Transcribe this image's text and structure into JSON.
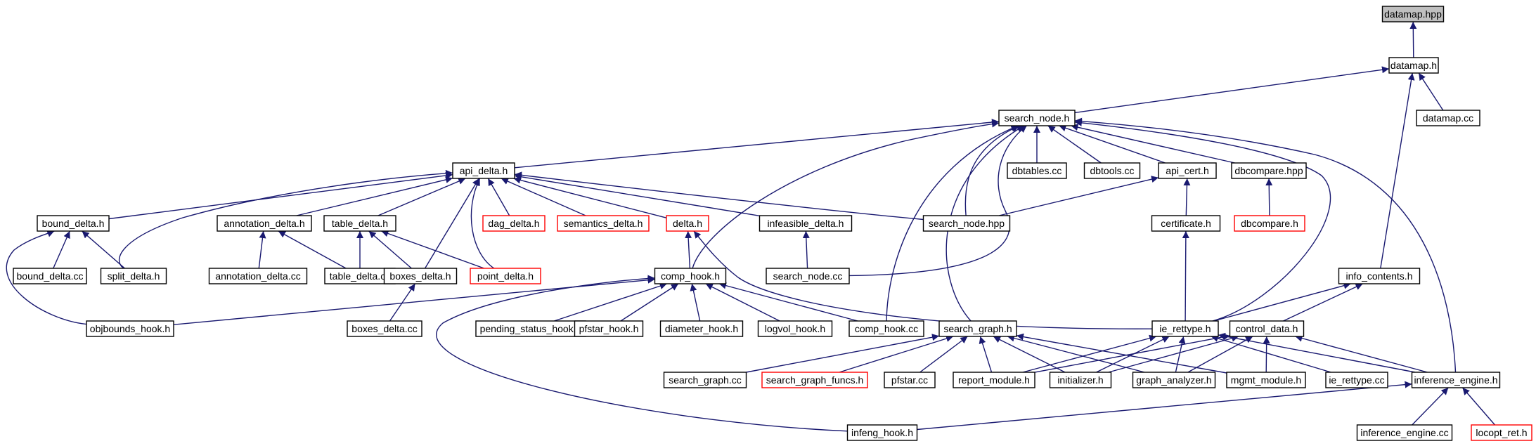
{
  "colors": {
    "edge": "#191970",
    "node_border": "#000000",
    "node_border_incomplete": "#ff0000",
    "node_fill": "#ffffff",
    "root_fill": "#bfbfbf",
    "text": "#000000"
  },
  "graph": {
    "root": "datamap_hpp",
    "nodes": [
      {
        "id": "datamap_hpp",
        "label": "datamap.hpp",
        "style": "root"
      },
      {
        "id": "datamap_h",
        "label": "datamap.h",
        "style": "normal"
      },
      {
        "id": "datamap_cc",
        "label": "datamap.cc",
        "style": "normal"
      },
      {
        "id": "search_node_h",
        "label": "search_node.h",
        "style": "normal"
      },
      {
        "id": "api_delta_h",
        "label": "api_delta.h",
        "style": "normal"
      },
      {
        "id": "dbtables_cc",
        "label": "dbtables.cc",
        "style": "normal"
      },
      {
        "id": "dbtools_cc",
        "label": "dbtools.cc",
        "style": "normal"
      },
      {
        "id": "api_cert_h",
        "label": "api_cert.h",
        "style": "normal"
      },
      {
        "id": "dbcompare_hpp",
        "label": "dbcompare.hpp",
        "style": "normal"
      },
      {
        "id": "bound_delta_h",
        "label": "bound_delta.h",
        "style": "normal"
      },
      {
        "id": "annotation_delta_h",
        "label": "annotation_delta.h",
        "style": "normal"
      },
      {
        "id": "table_delta_h",
        "label": "table_delta.h",
        "style": "normal"
      },
      {
        "id": "dag_delta_h",
        "label": "dag_delta.h",
        "style": "incomplete"
      },
      {
        "id": "semantics_delta_h",
        "label": "semantics_delta.h",
        "style": "incomplete"
      },
      {
        "id": "delta_h",
        "label": "delta.h",
        "style": "incomplete"
      },
      {
        "id": "infeasible_delta_h",
        "label": "infeasible_delta.h",
        "style": "normal"
      },
      {
        "id": "search_node_hpp",
        "label": "search_node.hpp",
        "style": "normal"
      },
      {
        "id": "certificate_h",
        "label": "certificate.h",
        "style": "normal"
      },
      {
        "id": "dbcompare_h",
        "label": "dbcompare.h",
        "style": "incomplete"
      },
      {
        "id": "bound_delta_cc",
        "label": "bound_delta.cc",
        "style": "normal"
      },
      {
        "id": "split_delta_h",
        "label": "split_delta.h",
        "style": "normal"
      },
      {
        "id": "annotation_delta_cc",
        "label": "annotation_delta.cc",
        "style": "normal"
      },
      {
        "id": "table_delta_cc",
        "label": "table_delta.cc",
        "style": "normal"
      },
      {
        "id": "boxes_delta_h",
        "label": "boxes_delta.h",
        "style": "normal"
      },
      {
        "id": "point_delta_h",
        "label": "point_delta.h",
        "style": "incomplete"
      },
      {
        "id": "comp_hook_h",
        "label": "comp_hook.h",
        "style": "normal"
      },
      {
        "id": "search_node_cc",
        "label": "search_node.cc",
        "style": "normal"
      },
      {
        "id": "info_contents_h",
        "label": "info_contents.h",
        "style": "normal"
      },
      {
        "id": "objbounds_hook_h",
        "label": "objbounds_hook.h",
        "style": "normal"
      },
      {
        "id": "boxes_delta_cc",
        "label": "boxes_delta.cc",
        "style": "normal"
      },
      {
        "id": "pending_status_hook_h",
        "label": "pending_status_hook.h",
        "style": "normal"
      },
      {
        "id": "pfstar_hook_h",
        "label": "pfstar_hook.h",
        "style": "normal"
      },
      {
        "id": "diameter_hook_h",
        "label": "diameter_hook.h",
        "style": "normal"
      },
      {
        "id": "logvol_hook_h",
        "label": "logvol_hook.h",
        "style": "normal"
      },
      {
        "id": "comp_hook_cc",
        "label": "comp_hook.cc",
        "style": "normal"
      },
      {
        "id": "search_graph_h",
        "label": "search_graph.h",
        "style": "normal"
      },
      {
        "id": "ie_rettype_h",
        "label": "ie_rettype.h",
        "style": "normal"
      },
      {
        "id": "control_data_h",
        "label": "control_data.h",
        "style": "normal"
      },
      {
        "id": "search_graph_cc",
        "label": "search_graph.cc",
        "style": "normal"
      },
      {
        "id": "search_graph_funcs_h",
        "label": "search_graph_funcs.h",
        "style": "incomplete"
      },
      {
        "id": "pfstar_cc",
        "label": "pfstar.cc",
        "style": "normal"
      },
      {
        "id": "report_module_h",
        "label": "report_module.h",
        "style": "normal"
      },
      {
        "id": "initializer_h",
        "label": "initializer.h",
        "style": "normal"
      },
      {
        "id": "graph_analyzer_h",
        "label": "graph_analyzer.h",
        "style": "normal"
      },
      {
        "id": "mgmt_module_h",
        "label": "mgmt_module.h",
        "style": "normal"
      },
      {
        "id": "ie_rettype_cc",
        "label": "ie_rettype.cc",
        "style": "normal"
      },
      {
        "id": "inference_engine_h",
        "label": "inference_engine.h",
        "style": "normal"
      },
      {
        "id": "infeng_hook_h",
        "label": "infeng_hook.h",
        "style": "normal"
      },
      {
        "id": "inference_engine_cc",
        "label": "inference_engine.cc",
        "style": "normal"
      },
      {
        "id": "locopt_ret_h",
        "label": "locopt_ret.h",
        "style": "incomplete"
      }
    ],
    "edges": [
      {
        "from": "datamap_h",
        "to": "datamap_hpp"
      },
      {
        "from": "datamap_cc",
        "to": "datamap_h"
      },
      {
        "from": "search_node_h",
        "to": "datamap_h"
      },
      {
        "from": "info_contents_h",
        "to": "datamap_h"
      },
      {
        "from": "api_delta_h",
        "to": "search_node_h"
      },
      {
        "from": "dbtables_cc",
        "to": "search_node_h"
      },
      {
        "from": "dbtools_cc",
        "to": "search_node_h"
      },
      {
        "from": "api_cert_h",
        "to": "search_node_h"
      },
      {
        "from": "dbcompare_hpp",
        "to": "search_node_h"
      },
      {
        "from": "search_node_hpp",
        "to": "search_node_h"
      },
      {
        "from": "search_node_cc",
        "to": "search_node_h"
      },
      {
        "from": "comp_hook_h",
        "to": "search_node_h"
      },
      {
        "from": "comp_hook_cc",
        "to": "search_node_h"
      },
      {
        "from": "search_graph_h",
        "to": "search_node_h"
      },
      {
        "from": "ie_rettype_h",
        "to": "search_node_h"
      },
      {
        "from": "inference_engine_h",
        "to": "search_node_h"
      },
      {
        "from": "bound_delta_h",
        "to": "api_delta_h"
      },
      {
        "from": "annotation_delta_h",
        "to": "api_delta_h"
      },
      {
        "from": "table_delta_h",
        "to": "api_delta_h"
      },
      {
        "from": "dag_delta_h",
        "to": "api_delta_h"
      },
      {
        "from": "semantics_delta_h",
        "to": "api_delta_h"
      },
      {
        "from": "delta_h",
        "to": "api_delta_h"
      },
      {
        "from": "infeasible_delta_h",
        "to": "api_delta_h"
      },
      {
        "from": "search_node_hpp",
        "to": "api_delta_h"
      },
      {
        "from": "split_delta_h",
        "to": "api_delta_h"
      },
      {
        "from": "boxes_delta_h",
        "to": "api_delta_h"
      },
      {
        "from": "point_delta_h",
        "to": "api_delta_h"
      },
      {
        "from": "search_node_hpp",
        "to": "api_cert_h"
      },
      {
        "from": "certificate_h",
        "to": "api_cert_h"
      },
      {
        "from": "dbcompare_h",
        "to": "dbcompare_hpp"
      },
      {
        "from": "bound_delta_cc",
        "to": "bound_delta_h"
      },
      {
        "from": "split_delta_h",
        "to": "bound_delta_h"
      },
      {
        "from": "objbounds_hook_h",
        "to": "bound_delta_h"
      },
      {
        "from": "annotation_delta_cc",
        "to": "annotation_delta_h"
      },
      {
        "from": "table_delta_cc",
        "to": "annotation_delta_h"
      },
      {
        "from": "table_delta_cc",
        "to": "table_delta_h"
      },
      {
        "from": "boxes_delta_h",
        "to": "table_delta_h"
      },
      {
        "from": "point_delta_h",
        "to": "table_delta_h"
      },
      {
        "from": "comp_hook_h",
        "to": "delta_h"
      },
      {
        "from": "ie_rettype_h",
        "to": "delta_h"
      },
      {
        "from": "search_node_cc",
        "to": "infeasible_delta_h"
      },
      {
        "from": "ie_rettype_h",
        "to": "certificate_h"
      },
      {
        "from": "boxes_delta_cc",
        "to": "boxes_delta_h"
      },
      {
        "from": "objbounds_hook_h",
        "to": "comp_hook_h"
      },
      {
        "from": "pending_status_hook_h",
        "to": "comp_hook_h"
      },
      {
        "from": "pfstar_hook_h",
        "to": "comp_hook_h"
      },
      {
        "from": "diameter_hook_h",
        "to": "comp_hook_h"
      },
      {
        "from": "logvol_hook_h",
        "to": "comp_hook_h"
      },
      {
        "from": "comp_hook_cc",
        "to": "comp_hook_h"
      },
      {
        "from": "infeng_hook_h",
        "to": "comp_hook_h"
      },
      {
        "from": "ie_rettype_h",
        "to": "info_contents_h"
      },
      {
        "from": "control_data_h",
        "to": "info_contents_h"
      },
      {
        "from": "search_graph_cc",
        "to": "search_graph_h"
      },
      {
        "from": "search_graph_funcs_h",
        "to": "search_graph_h"
      },
      {
        "from": "pfstar_cc",
        "to": "search_graph_h"
      },
      {
        "from": "report_module_h",
        "to": "search_graph_h"
      },
      {
        "from": "initializer_h",
        "to": "search_graph_h"
      },
      {
        "from": "graph_analyzer_h",
        "to": "search_graph_h"
      },
      {
        "from": "mgmt_module_h",
        "to": "search_graph_h"
      },
      {
        "from": "report_module_h",
        "to": "ie_rettype_h"
      },
      {
        "from": "initializer_h",
        "to": "ie_rettype_h"
      },
      {
        "from": "graph_analyzer_h",
        "to": "ie_rettype_h"
      },
      {
        "from": "ie_rettype_cc",
        "to": "ie_rettype_h"
      },
      {
        "from": "inference_engine_h",
        "to": "ie_rettype_h"
      },
      {
        "from": "report_module_h",
        "to": "control_data_h"
      },
      {
        "from": "initializer_h",
        "to": "control_data_h"
      },
      {
        "from": "graph_analyzer_h",
        "to": "control_data_h"
      },
      {
        "from": "mgmt_module_h",
        "to": "control_data_h"
      },
      {
        "from": "inference_engine_h",
        "to": "control_data_h"
      },
      {
        "from": "infeng_hook_h",
        "to": "inference_engine_h"
      },
      {
        "from": "inference_engine_cc",
        "to": "inference_engine_h"
      },
      {
        "from": "locopt_ret_h",
        "to": "inference_engine_h"
      }
    ]
  }
}
